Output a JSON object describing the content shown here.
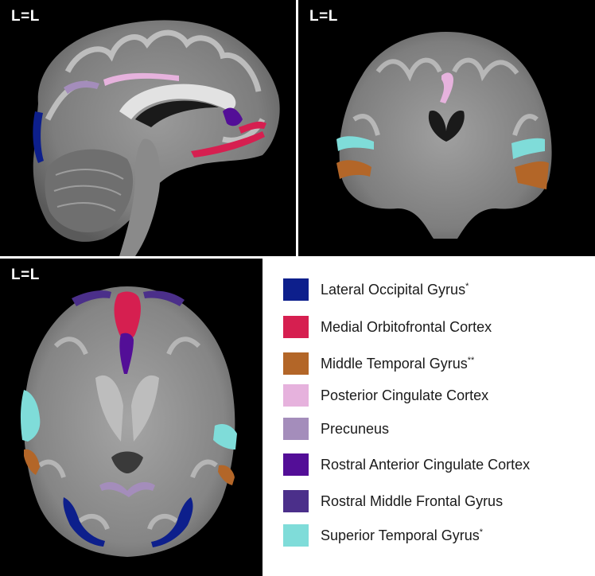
{
  "panels": {
    "sagittal": {
      "orientation_label": "L=L"
    },
    "coronal": {
      "orientation_label": "L=L"
    },
    "axial": {
      "orientation_label": "L=L"
    }
  },
  "legend": {
    "items": [
      {
        "label": "Lateral Occipital Gyrus",
        "mark": "*",
        "color": "#0d1f8c"
      },
      {
        "label": "Medial Orbitofrontal Cortex",
        "mark": "",
        "color": "#d61f50"
      },
      {
        "label": "Middle Temporal Gyrus",
        "mark": "**",
        "color": "#b36628"
      },
      {
        "label": "Posterior Cingulate Cortex",
        "mark": "",
        "color": "#e6b2dd"
      },
      {
        "label": "Precuneus",
        "mark": "",
        "color": "#a48dbb"
      },
      {
        "label": "Rostral Anterior Cingulate Cortex",
        "mark": "",
        "color": "#530e97"
      },
      {
        "label": "Rostral Middle Frontal Gyrus",
        "mark": "",
        "color": "#4b2f8a"
      },
      {
        "label": "Superior Temporal Gyrus",
        "mark": "*",
        "color": "#7fdcd9"
      }
    ]
  }
}
